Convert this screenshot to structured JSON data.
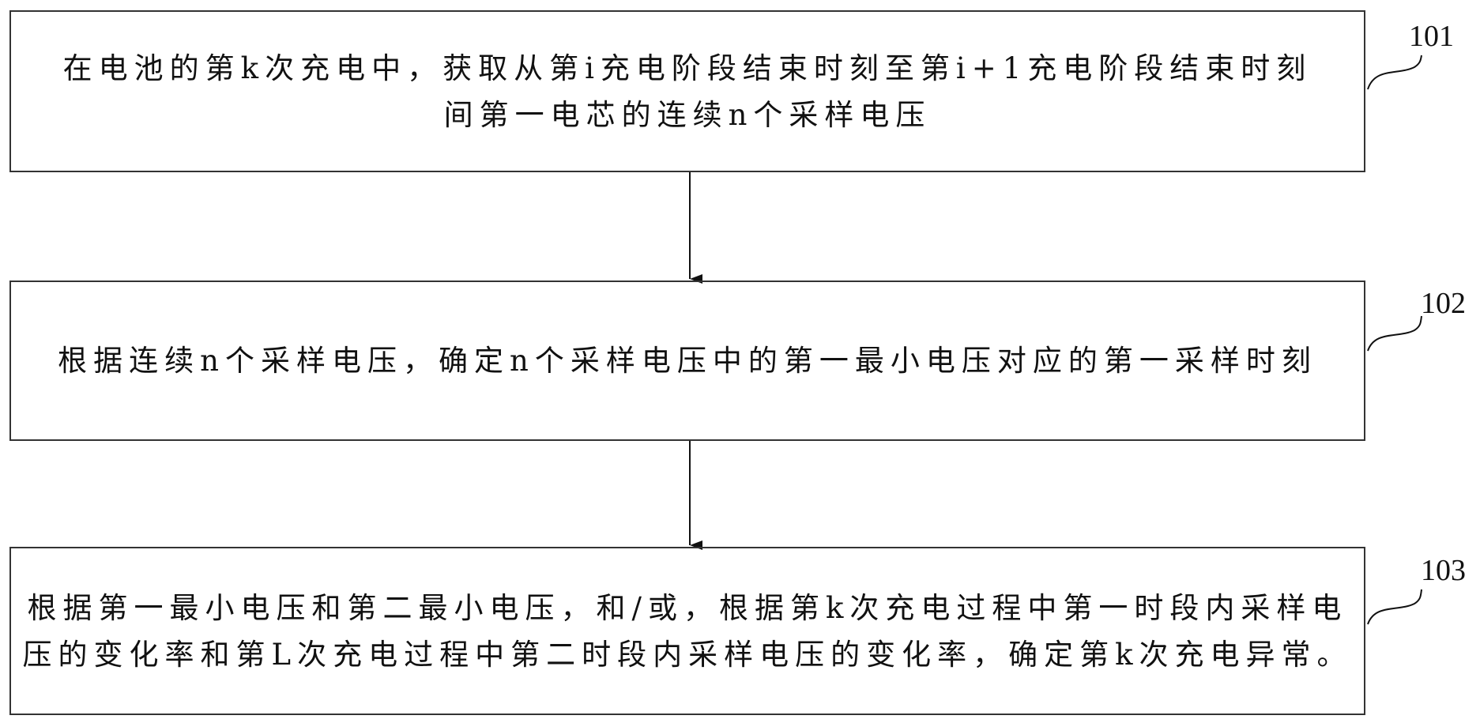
{
  "steps": [
    {
      "id": "101",
      "text": "在电池的第k次充电中，获取从第i充电阶段结束时刻至第i+1充电阶段结束时刻间第一电芯的连续n个采样电压"
    },
    {
      "id": "102",
      "text": "根据连续n个采样电压，确定n个采样电压中的第一最小电压对应的第一采样时刻"
    },
    {
      "id": "103",
      "text": "根据第一最小电压和第二最小电压，和/或，根据第k次充电过程中第一时段内采样电压的变化率和第L次充电过程中第二时段内采样电压的变化率，确定第k次充电异常。"
    }
  ]
}
